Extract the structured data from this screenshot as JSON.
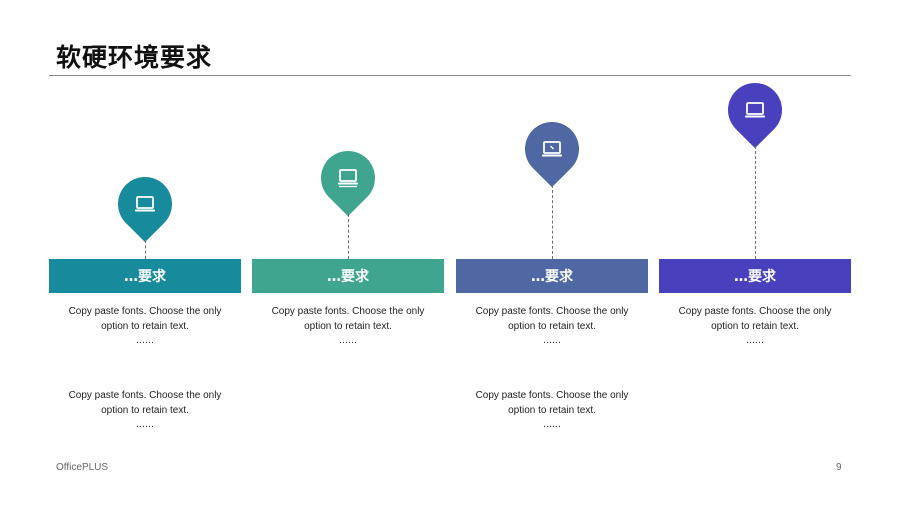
{
  "title": "软硬环境要求",
  "colors": {
    "teal": "#178a9c",
    "green": "#3fa58f",
    "slate": "#4f67a3",
    "indigo": "#4840bd"
  },
  "columns": [
    {
      "bar_label": "…要求",
      "icon": "laptop-icon",
      "block1": {
        "line1": "Copy paste fonts. Choose the only",
        "line2": "option to retain text.",
        "dots": "……"
      },
      "block2": {
        "line1": "Copy paste fonts. Choose the only",
        "line2": "option to retain text.",
        "dots": "……"
      }
    },
    {
      "bar_label": "…要求",
      "icon": "laptop-icon",
      "block1": {
        "line1": "Copy paste fonts. Choose the only",
        "line2": "option to retain text.",
        "dots": "……"
      }
    },
    {
      "bar_label": "…要求",
      "icon": "laptop-icon",
      "block1": {
        "line1": "Copy paste fonts. Choose the only",
        "line2": "option to retain text.",
        "dots": "……"
      },
      "block2": {
        "line1": "Copy paste fonts. Choose the only",
        "line2": "option to retain text.",
        "dots": "……"
      }
    },
    {
      "bar_label": "…要求",
      "icon": "laptop-icon",
      "block1": {
        "line1": "Copy paste fonts. Choose the only",
        "line2": "option to retain text.",
        "dots": "……"
      }
    }
  ],
  "footer": "OfficePLUS",
  "page_number": "9"
}
